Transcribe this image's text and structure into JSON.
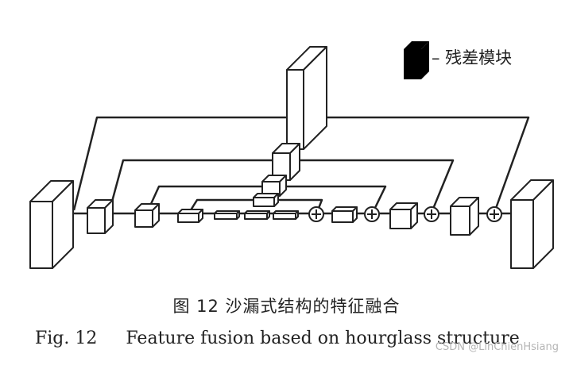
{
  "legend": {
    "label": "– 残差模块"
  },
  "caption": {
    "cn": "图 12   沙漏式结构的特征融合",
    "en_fig": "Fig. 12",
    "en_text": "Feature fusion based on hourglass structure"
  },
  "watermark": "CSDN @LinChienHsiang",
  "colors": {
    "stroke": "#222222",
    "fill": "#ffffff"
  }
}
